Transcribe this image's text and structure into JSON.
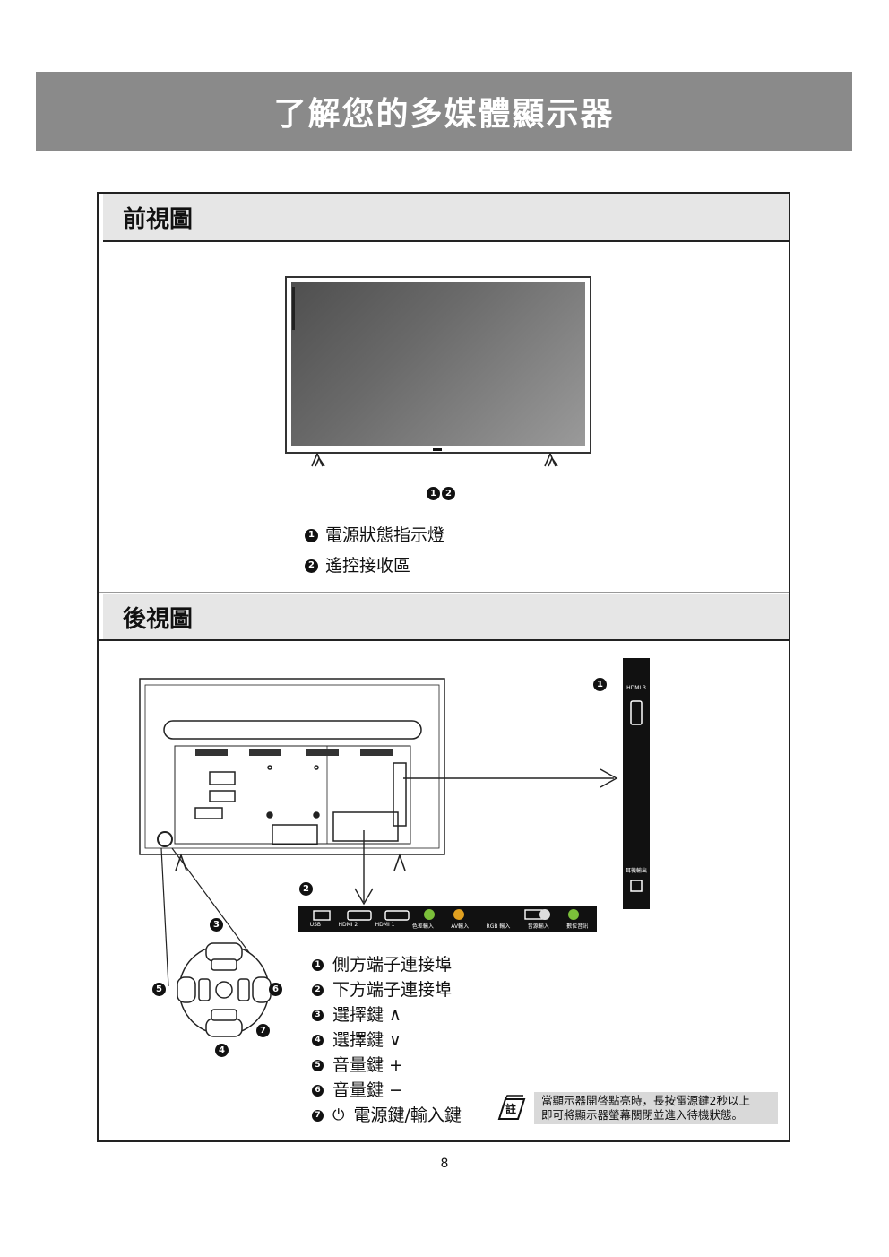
{
  "page_title": "了解您的多媒體顯示器",
  "front_section": {
    "heading": "前視圖",
    "markers": [
      "1",
      "2"
    ],
    "legend": [
      {
        "num": "1",
        "label": "電源狀態指示燈"
      },
      {
        "num": "2",
        "label": "遙控接收區"
      }
    ]
  },
  "back_section": {
    "heading": "後視圖",
    "side_panel_marker": "1",
    "bottom_panel_marker": "2",
    "side_port_labels": [
      "HDMI 3",
      "耳機輸出"
    ],
    "bottom_port_labels": [
      "USB",
      "HDMI 2",
      "HDMI 1",
      "色差輸入",
      "AV輸入",
      "RGB 輸入",
      "音源輸入",
      "數位音訊"
    ],
    "keypad_markers": [
      "3",
      "4",
      "5",
      "6",
      "7"
    ],
    "legend": [
      {
        "num": "1",
        "label": "側方端子連接埠"
      },
      {
        "num": "2",
        "label": "下方端子連接埠"
      },
      {
        "num": "3",
        "label": "選擇鍵 ∧"
      },
      {
        "num": "4",
        "label": "選擇鍵 ∨"
      },
      {
        "num": "5",
        "label": "音量鍵 +"
      },
      {
        "num": "6",
        "label": "音量鍵 −"
      },
      {
        "num": "7",
        "label": "電源鍵/輸入鍵",
        "icon": "power-icon"
      }
    ]
  },
  "note": {
    "icon_label": "註",
    "line1": "當顯示器開啓點亮時，長按電源鍵2秒以上",
    "line2": "即可將顯示器螢幕關閉並進入待機狀態。"
  },
  "page_number": "8"
}
